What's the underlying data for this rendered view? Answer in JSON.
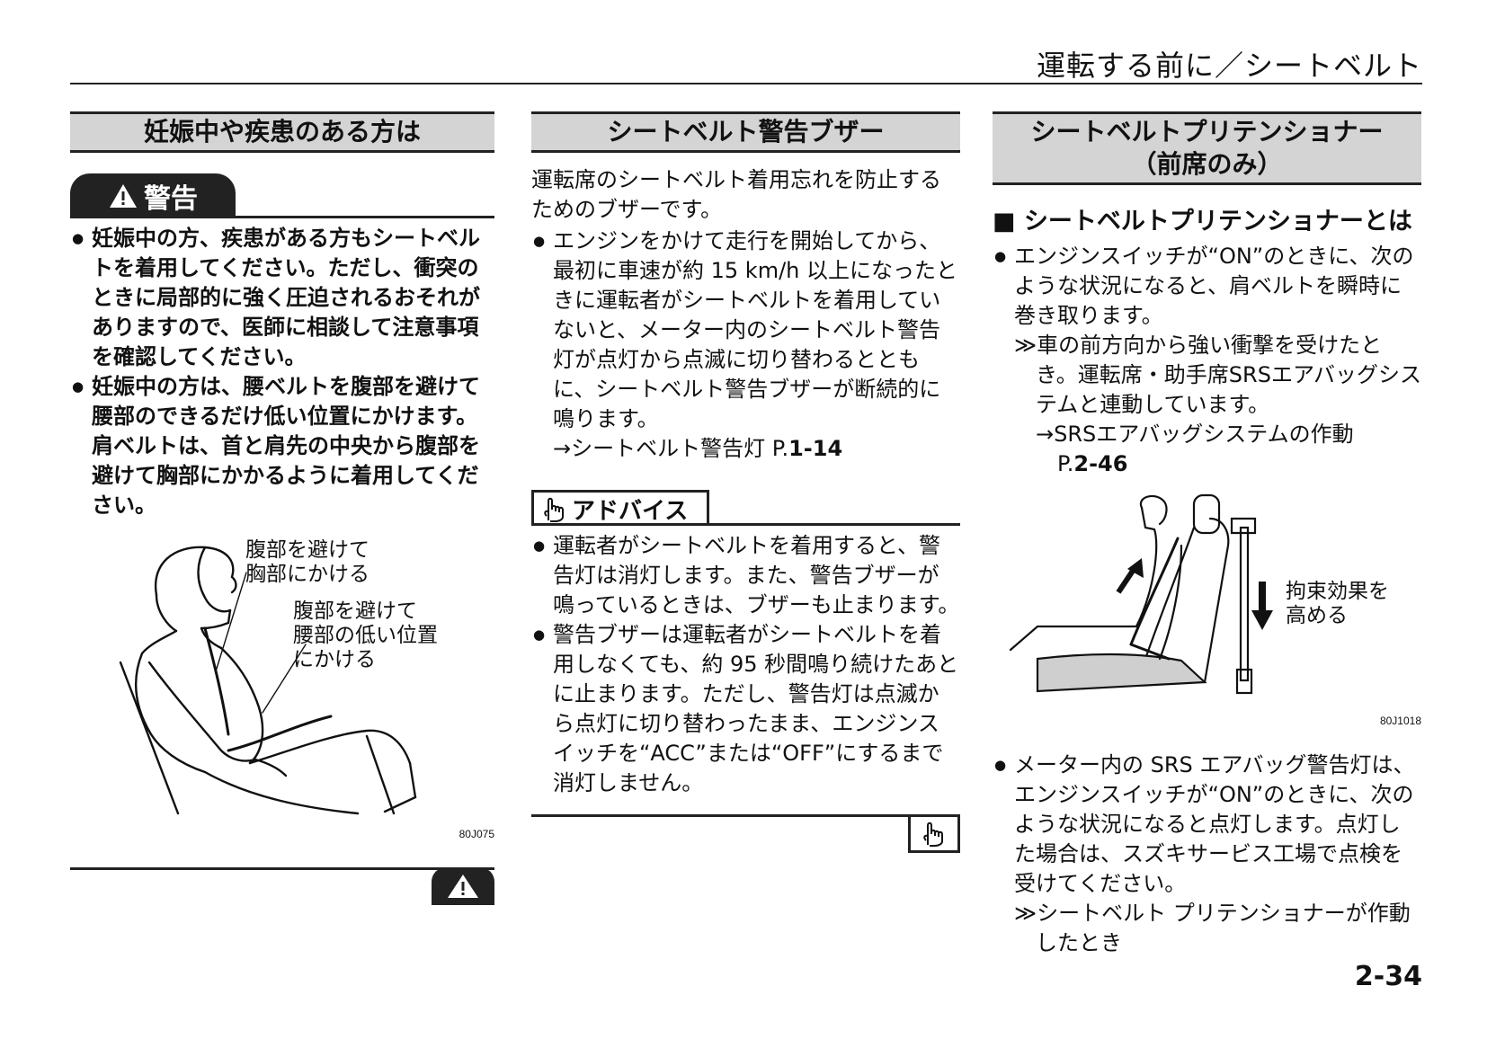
{
  "header": {
    "title": "運転する前に／シートベルト"
  },
  "col1": {
    "heading": "妊娠中や疾患のある方は",
    "warning_label": "警告",
    "bullets": [
      "妊娠中の方、疾患がある方もシートベルトを着用してください。ただし、衝突のときに局部的に強く圧迫されるおそれがありますので、医師に相談して注意事項を確認してください。",
      "妊娠中の方は、腰ベルトを腹部を避けて腰部のできるだけ低い位置にかけます。肩ベルトは、首と肩先の中央から腹部を避けて胸部にかかるように着用してください。"
    ],
    "fig_label_1a": "腹部を避けて",
    "fig_label_1b": "胸部にかける",
    "fig_label_2a": "腹部を避けて",
    "fig_label_2b": "腰部の低い位置",
    "fig_label_2c": "にかける",
    "fig_code": "80J075"
  },
  "col2": {
    "heading": "シートベルト警告ブザー",
    "intro": "運転席のシートベルト着用忘れを防止するためのブザーです。",
    "bullet": "エンジンをかけて走行を開始してから、最初に車速が約 15 km/h 以上になったときに運転者がシートベルトを着用していないと、メーター内のシートベルト警告灯が点灯から点滅に切り替わるとともに、シートベルト警告ブザーが断続的に鳴ります。",
    "ref_text": "→シートベルト警告灯 P.",
    "ref_num": "1-14",
    "advice_label": "アドバイス",
    "advice_bullets": [
      "運転者がシートベルトを着用すると、警告灯は消灯します。また、警告ブザーが鳴っているときは、ブザーも止まります。",
      "警告ブザーは運転者がシートベルトを着用しなくても、約 95 秒間鳴り続けたあとに止まります。ただし、警告灯は点滅から点灯に切り替わったまま、エンジンスイッチを“ACC”または“OFF”にするまで消灯しません。"
    ]
  },
  "col3": {
    "heading_line1": "シートベルトプリテンショナー",
    "heading_line2": "（前席のみ）",
    "subheading": "■ シートベルトプリテンショナーとは",
    "bullet1": "エンジンスイッチが“ON”のときに、次のような状況になると、肩ベルトを瞬時に巻き取ります。",
    "cond1": "≫車の前方向から強い衝撃を受けたとき。運転席・助手席SRSエアバッグシステムと連動しています。",
    "ref_text": "→SRSエアバッグシステムの作動",
    "ref_p": "P.",
    "ref_num": "2-46",
    "fig_label_a": "拘束効果を",
    "fig_label_b": "高める",
    "fig_code": "80J1018",
    "bullet2": "メーター内の SRS エアバッグ警告灯は、エンジンスイッチが“ON”のときに、次のような状況になると点灯します。点灯した場合は、スズキサービス工場で点検を受けてください。",
    "cond2": "≫シートベルト プリテンショナーが作動したとき"
  },
  "page_number": "2-34"
}
